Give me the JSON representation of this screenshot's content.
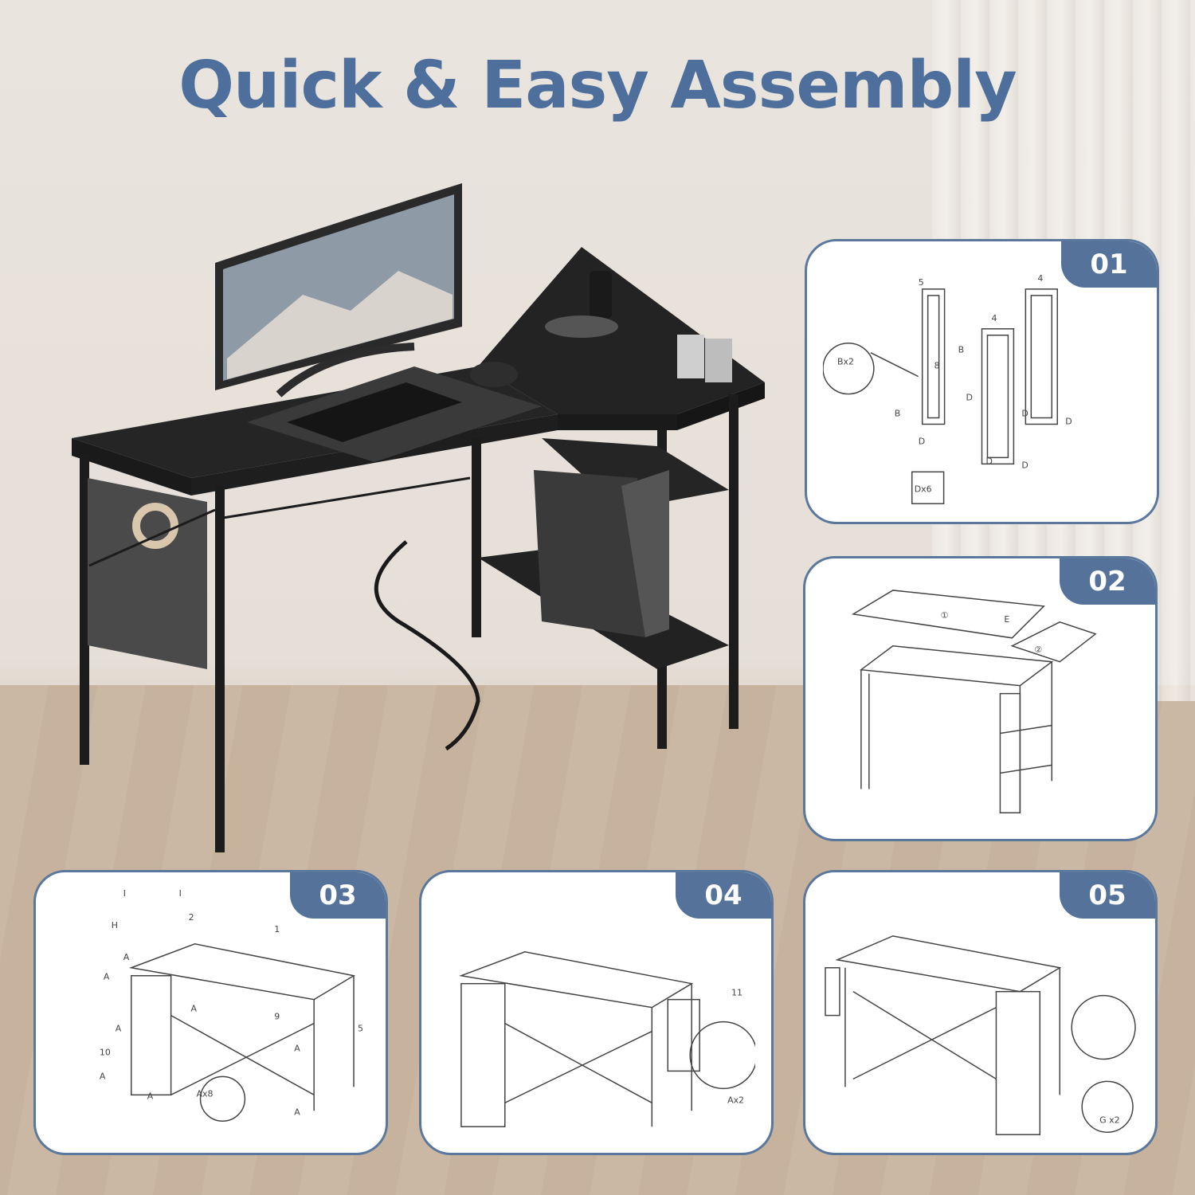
{
  "title": "Quick & Easy Assembly",
  "steps": [
    {
      "number": "01"
    },
    {
      "number": "02"
    },
    {
      "number": "03"
    },
    {
      "number": "04"
    },
    {
      "number": "05"
    }
  ],
  "callouts": {
    "s1": [
      "5",
      "4",
      "4",
      "B",
      "Bx2",
      "8",
      "B",
      "D",
      "D",
      "D",
      "D",
      "D",
      "D",
      "Dx6"
    ],
    "s2": [
      "①",
      "E",
      "②"
    ],
    "s3": [
      "I",
      "I",
      "H",
      "2",
      "1",
      "A",
      "A",
      "A",
      "A",
      "9",
      "A",
      "10",
      "A",
      "A",
      "5",
      "A",
      "Ax8"
    ],
    "s4": [
      "11",
      "Ax2"
    ],
    "s5": [
      "G x2"
    ]
  },
  "colors": {
    "accent": "#55729a",
    "title": "#4e6f9b"
  }
}
